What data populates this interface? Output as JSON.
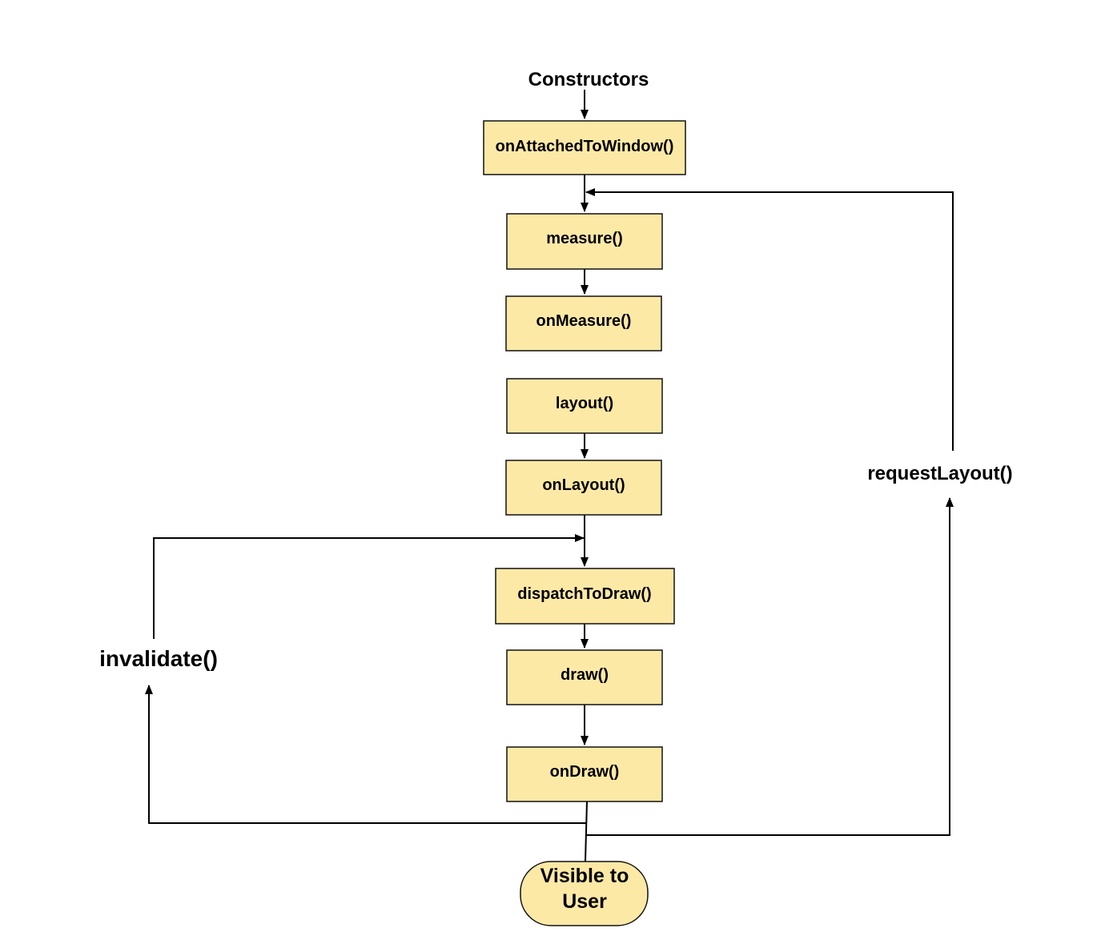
{
  "diagram": {
    "start_label": "Constructors",
    "nodes": {
      "on_attached": "onAttachedToWindow()",
      "measure": "measure()",
      "on_measure": "onMeasure()",
      "layout": "layout()",
      "on_layout": "onLayout()",
      "dispatch_draw": "dispatchToDraw()",
      "draw": "draw()",
      "on_draw": "onDraw()"
    },
    "terminal": {
      "line1": "Visible to",
      "line2": "User"
    },
    "loops": {
      "invalidate": "invalidate()",
      "request_layout": "requestLayout()"
    },
    "colors": {
      "node_fill": "#fde9a6",
      "stroke": "#000000",
      "background": "#ffffff"
    }
  }
}
